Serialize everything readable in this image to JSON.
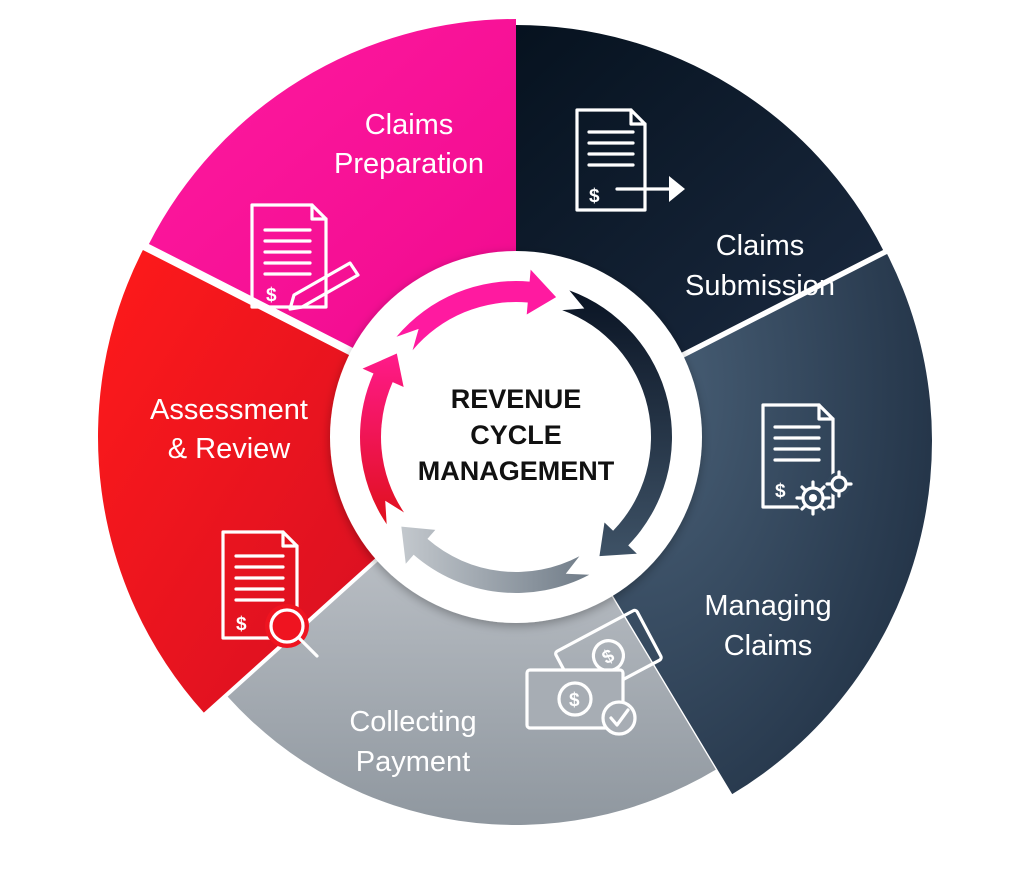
{
  "center": {
    "line1": "REVENUE",
    "line2": "CYCLE",
    "line3": "MANAGEMENT"
  },
  "segments": [
    {
      "line1": "Claims",
      "line2": "Preparation",
      "color": "#ff0f9a",
      "icon": "document-pen-icon"
    },
    {
      "line1": "Claims",
      "line2": "Submission",
      "color": "#0d1a2e",
      "icon": "document-send-icon"
    },
    {
      "line1": "Managing",
      "line2": "Claims",
      "color": "#33475c",
      "icon": "document-gears-icon"
    },
    {
      "line1": "Collecting",
      "line2": "Payment",
      "color": "#a7adb4",
      "icon": "money-check-icon"
    },
    {
      "line1": "Assessment",
      "line2": "& Review",
      "color": "#f2141f",
      "icon": "document-magnifier-icon"
    }
  ],
  "icon_symbol": "$"
}
